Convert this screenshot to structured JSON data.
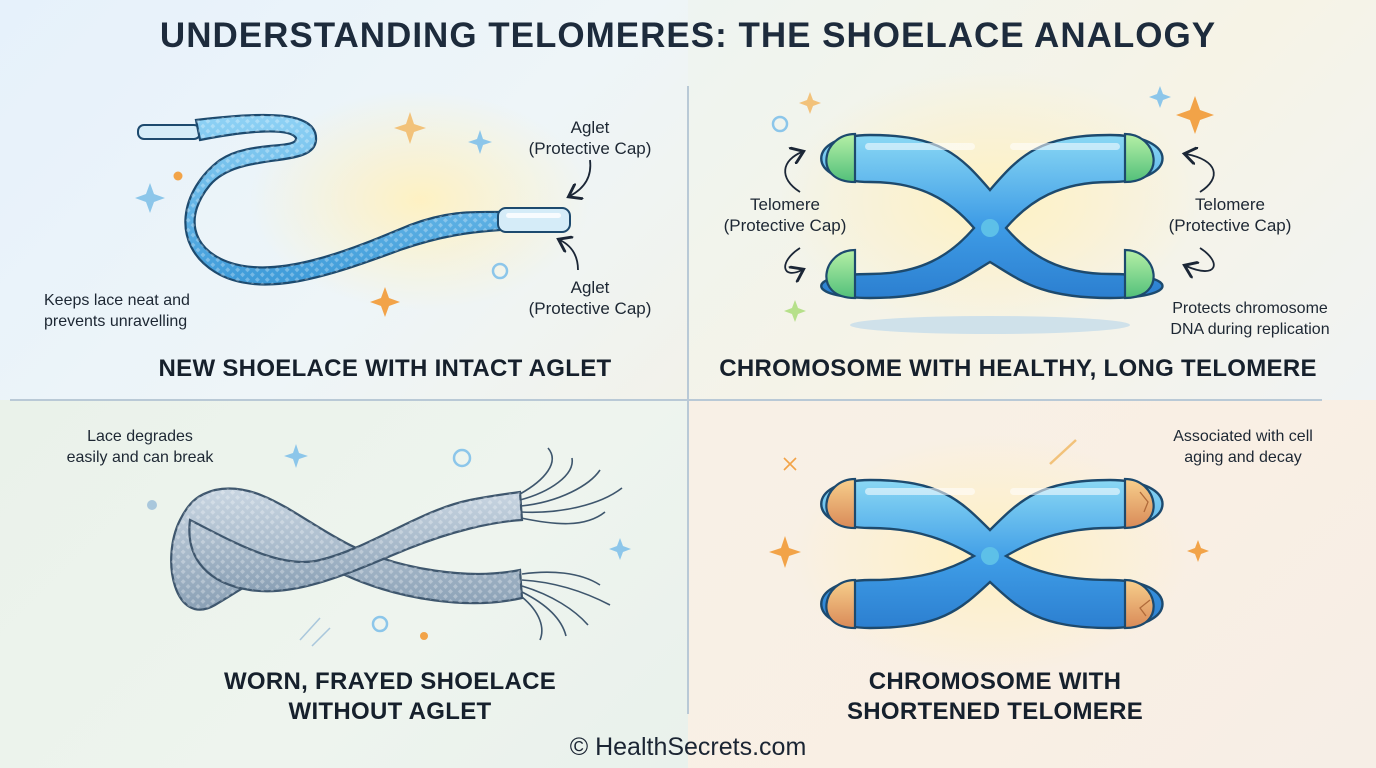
{
  "title": "UNDERSTANDING TELOMERES: THE SHOELACE ANALOGY",
  "panels": {
    "new_shoelace": {
      "caption": "NEW SHOELACE WITH INTACT AGLET",
      "aglet_top": {
        "line1": "Aglet",
        "line2": "(Protective Cap)"
      },
      "aglet_bottom": {
        "line1": "Aglet",
        "line2": "(Protective Cap)"
      },
      "note": {
        "line1": "Keeps lace neat and",
        "line2": "prevents unravelling"
      }
    },
    "healthy_chromosome": {
      "caption": "CHROMOSOME WITH HEALTHY, LONG TELOMERE",
      "telomere_left": {
        "line1": "Telomere",
        "line2": "(Protective Cap)"
      },
      "telomere_right": {
        "line1": "Telomere",
        "line2": "(Protective Cap)"
      },
      "note": {
        "line1": "Protects chromosome",
        "line2": "DNA during replication"
      }
    },
    "frayed_shoelace": {
      "caption": {
        "line1": "WORN, FRAYED SHOELACE",
        "line2": "WITHOUT AGLET"
      },
      "note": {
        "line1": "Lace degrades",
        "line2": "easily and can break"
      }
    },
    "short_chromosome": {
      "caption": {
        "line1": "CHROMOSOME WITH",
        "line2": "SHORTENED TELOMERE"
      },
      "note": {
        "line1": "Associated with cell",
        "line2": "aging and decay"
      }
    }
  },
  "footer": "© HealthSecrets.com",
  "colors": {
    "lace_blue": "#5bb8ea",
    "aglet_glass": "#d5ecf8",
    "chromosome_blue": "#3fa2e8",
    "telomere_green": "#7fdc86",
    "telomere_orange": "#e9a25e",
    "frayed_gray": "#9fb3c6",
    "sparkle_orange": "#f2a348",
    "sparkle_blue": "#8cc6ea"
  }
}
